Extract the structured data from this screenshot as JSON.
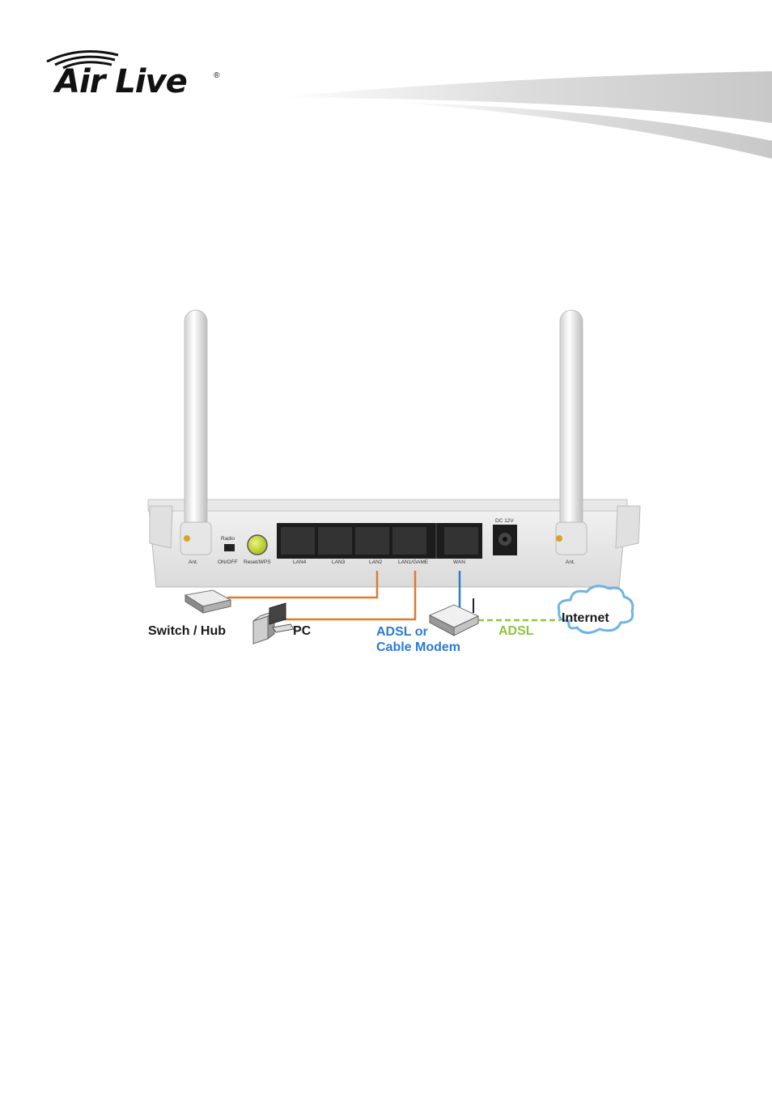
{
  "header": {
    "logo_text": "Air Live",
    "logo_registered": "®"
  },
  "figure": {
    "panel_labels": {
      "ant_left": "Ant.",
      "radio": "Radio",
      "on_off": "ON/OFF",
      "reset_wps": "Reset/WPS",
      "lan4": "LAN4",
      "lan3": "LAN3",
      "lan2": "LAN2",
      "lan1": "LAN1/GAME",
      "wan": "WAN",
      "dc": "DC 12V",
      "ant_right": "Ant."
    },
    "devices": {
      "switch": "Switch / Hub",
      "pc": "PC",
      "modem_line1": "ADSL or",
      "modem_line2": "Cable Modem",
      "adsl": "ADSL",
      "internet": "Internet"
    },
    "colors": {
      "lan_cable": "#e07a2e",
      "wan_cable": "#2b7bd0",
      "adsl_line": "#8cc63f",
      "button": "#c8e034"
    }
  }
}
